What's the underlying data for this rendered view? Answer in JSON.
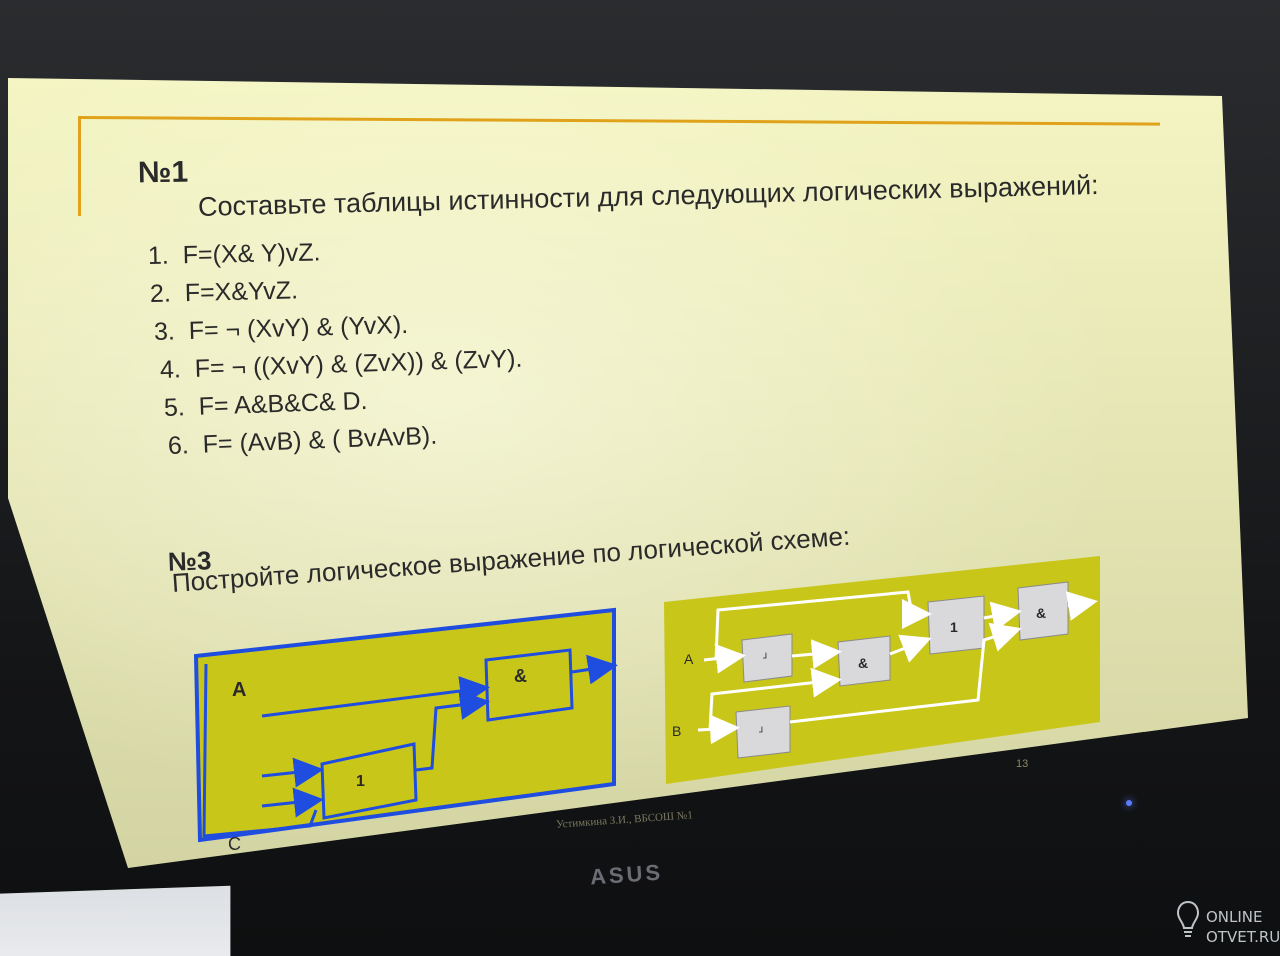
{
  "task1": {
    "number": "№1",
    "instruction": "Составьте таблицы истинности для следующих логических выражений:",
    "items": [
      {
        "num": "1.",
        "expr": "F=(X& Y)vZ."
      },
      {
        "num": "2.",
        "expr": "F=X&YvZ."
      },
      {
        "num": "3.",
        "expr": "F= ¬ (XvY) & (YvX)."
      },
      {
        "num": "4.",
        "expr": "F= ¬ ((XvY) & (ZvX)) & (ZvY)."
      },
      {
        "num": "5.",
        "expr": "F= A&B&C& D."
      },
      {
        "num": "6.",
        "expr": "F= (AvB) & ( BvAvB)."
      }
    ]
  },
  "task3": {
    "number": "№3",
    "instruction": "Постройте логическое выражение по логической схеме:"
  },
  "diagram_left": {
    "input_a": "A",
    "input_c": "C",
    "gate_and": "&",
    "gate_or": "1"
  },
  "diagram_right": {
    "input_a": "A",
    "input_b": "B",
    "gate_and_1": "&",
    "gate_or": "1",
    "gate_and_2": "&",
    "gate_not_1": "¬",
    "gate_not_2": "¬"
  },
  "slide_footer": "Устимкина З.И., ВБСОШ №1",
  "page_number": "13",
  "monitor_brand": "ASUS",
  "watermark": {
    "line1": "ONLINE",
    "line2": "OTVET.RU"
  },
  "colors": {
    "slide_bg": "#f4f5c2",
    "accent_line": "#e0a21a",
    "diagram_bg": "#c9c61a",
    "wire_blue": "#1f4de0",
    "gate_gray": "#d9d9dc"
  }
}
